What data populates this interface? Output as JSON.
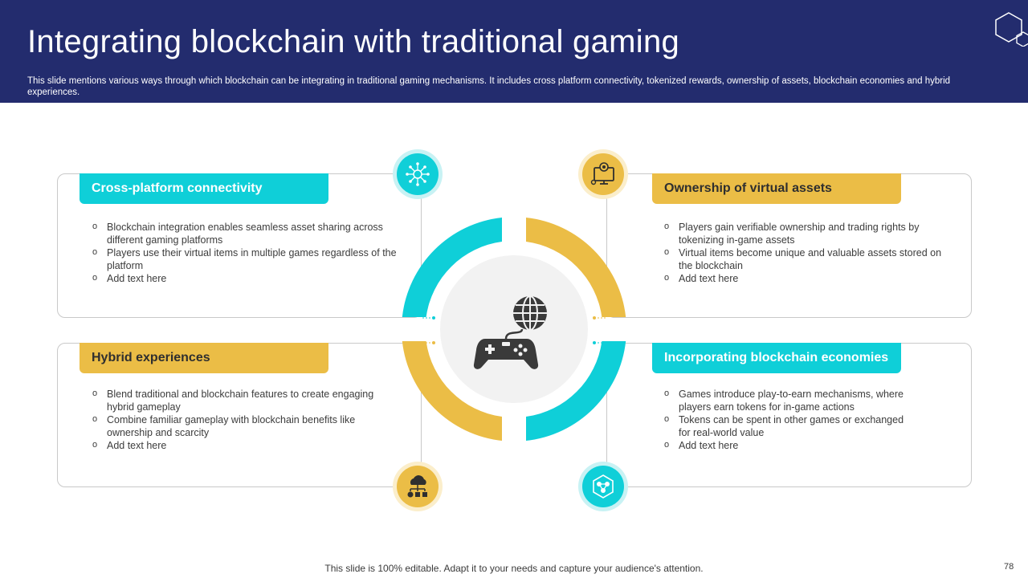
{
  "header": {
    "title": "Integrating blockchain with traditional gaming",
    "subtitle": "This slide mentions various ways through which blockchain can be integrating in traditional gaming mechanisms. It includes cross platform connectivity, tokenized rewards, ownership of assets, blockchain economies and hybrid experiences."
  },
  "sections": {
    "cross_platform": {
      "title": "Cross-platform connectivity",
      "icon": "network-hub-icon",
      "bullets": [
        "Blockchain integration enables seamless asset sharing across different gaming platforms",
        "Players use their virtual items in multiple games regardless of the platform",
        "Add text here"
      ]
    },
    "ownership": {
      "title": "Ownership of virtual assets",
      "icon": "monitor-target-icon",
      "bullets": [
        "Players gain verifiable ownership and trading rights by tokenizing in-game assets",
        "Virtual items become unique and valuable assets stored on the blockchain",
        "Add text here"
      ]
    },
    "hybrid": {
      "title": "Hybrid experiences",
      "icon": "cloud-network-icon",
      "bullets": [
        "Blend traditional and blockchain features to create engaging hybrid gameplay",
        "Combine familiar gameplay with blockchain benefits like ownership and scarcity",
        "Add text here"
      ]
    },
    "economies": {
      "title": "Incorporating blockchain economies",
      "icon": "blockchain-hexagon-icon",
      "bullets": [
        "Games introduce play-to-earn mechanisms, where players earn tokens for in-game actions",
        "Tokens can be spent in other games or exchanged for real-world value",
        "Add text here"
      ]
    }
  },
  "center": {
    "icon": "gamepad-globe-icon"
  },
  "colors": {
    "header_bg": "#232c6e",
    "cyan": "#0fcfd8",
    "yellow": "#ebbd46",
    "center_bg": "#f2f2f2"
  },
  "footer": {
    "note": "This slide is 100% editable. Adapt it to your needs and capture your audience's attention.",
    "page_number": "78"
  }
}
